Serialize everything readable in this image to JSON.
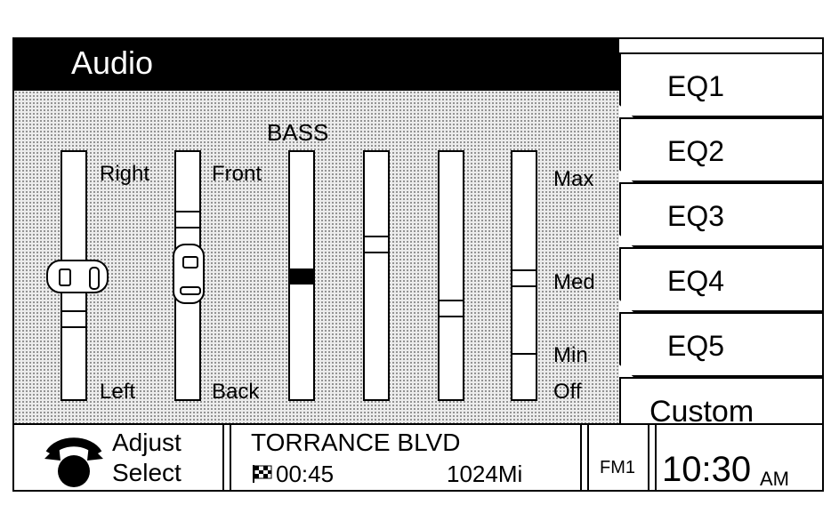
{
  "header": {
    "title": "Audio"
  },
  "balance": {
    "right_label": "Right",
    "left_label": "Left"
  },
  "fade": {
    "front_label": "Front",
    "back_label": "Back"
  },
  "eq": {
    "title": "BASS",
    "max_label": "Max",
    "med_label": "Med",
    "min_label": "Min",
    "off_label": "Off"
  },
  "presets": [
    "EQ1",
    "EQ2",
    "EQ3",
    "EQ4",
    "EQ5",
    "Custom"
  ],
  "footer": {
    "adjust_label": "Adjust",
    "select_label": "Select",
    "street": "TORRANCE BLVD",
    "trip_time": "00:45",
    "distance": "1024Mi",
    "band": "FM1",
    "clock": "10:30",
    "ampm": "AM"
  }
}
